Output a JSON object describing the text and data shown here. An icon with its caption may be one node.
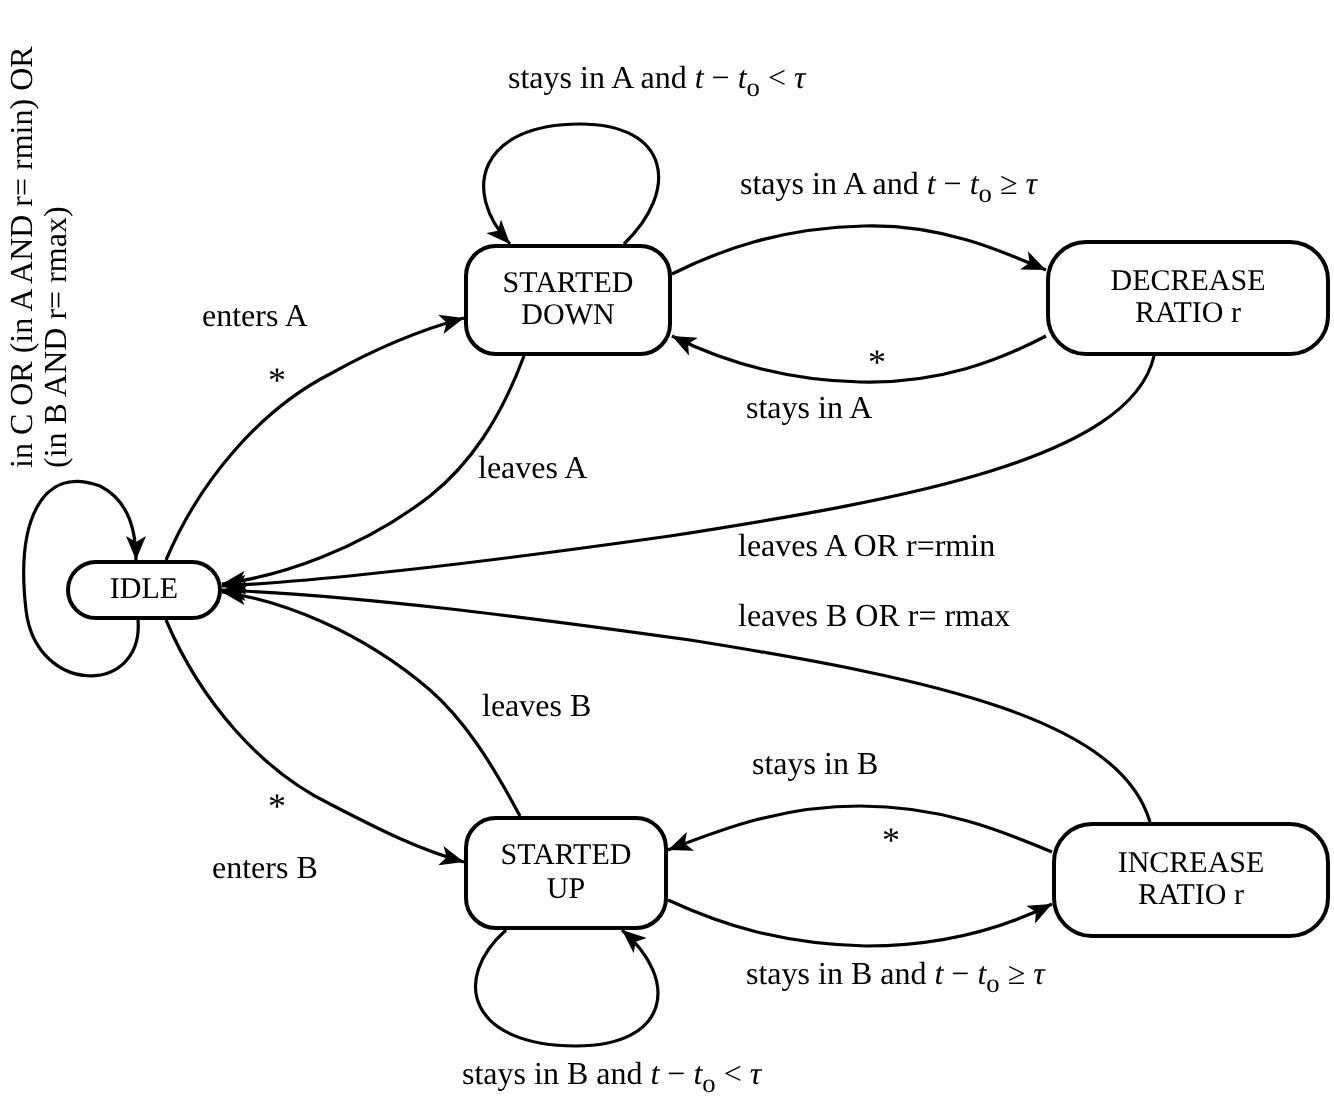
{
  "diagram": {
    "nodes": [
      {
        "text": [
          "IDLE"
        ]
      },
      {
        "text": [
          "STARTED DOWN"
        ]
      },
      {
        "text": [
          "DECREASE RATIO r"
        ]
      },
      {
        "text": [
          "STARTED UP"
        ]
      },
      {
        "text": [
          "INCREASE RATIO r"
        ]
      }
    ],
    "edges": [
      {
        "from": 0,
        "to": 0,
        "arrow": "to",
        "label": "in C OR (in A AND r= rmin) OR (in B AND r= rmax)"
      },
      {
        "from": 0,
        "to": 1,
        "arrow": "to",
        "label": "enters A"
      },
      {
        "from": 1,
        "to": 0,
        "arrow": "to",
        "label": "leaves A"
      },
      {
        "from": 1,
        "to": 1,
        "arrow": "to",
        "label": "stays in A and *t* − *t*$_{o}$ < *τ*"
      },
      {
        "from": 1,
        "to": 2,
        "arrow": "to",
        "label": "stays in A and *t* − *t*$_{o}$ ≥ *τ*"
      },
      {
        "from": 2,
        "to": 1,
        "arrow": "to",
        "label": "stays in A"
      },
      {
        "from": 2,
        "to": 0,
        "arrow": "to",
        "label": "leaves A OR r=rmin"
      },
      {
        "from": 4,
        "to": 0,
        "arrow": "to",
        "label": "leaves B OR r= rmax"
      },
      {
        "from": 0,
        "to": 3,
        "arrow": "to",
        "label": "enters B"
      },
      {
        "from": 3,
        "to": 0,
        "arrow": "to",
        "label": "leaves B"
      },
      {
        "from": 4,
        "to": 3,
        "arrow": "to",
        "label": "stays in B"
      },
      {
        "from": 3,
        "to": 4,
        "arrow": "to",
        "label": "stays in B and *t* − *t*$_{o}$ ≥ *τ*"
      },
      {
        "from": 3,
        "to": 3,
        "arrow": "to",
        "label": "stays in B and *t* − *t*$_{o}$ < *τ*"
      }
    ],
    "labels": [
      "*",
      "*",
      "*",
      "*"
    ]
  }
}
